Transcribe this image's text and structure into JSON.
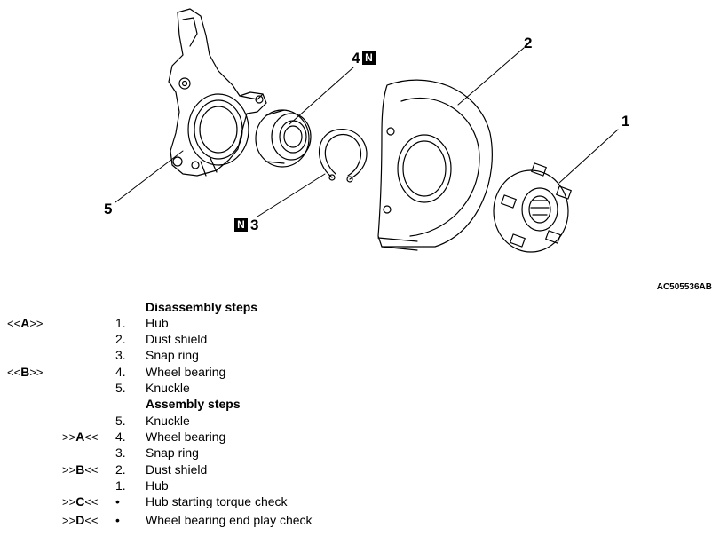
{
  "figure": {
    "code": "AC505536AB",
    "callouts": {
      "c1": "1",
      "c2": "2",
      "c3": "3",
      "c4": "4",
      "c5": "5",
      "n_symbol": "N"
    }
  },
  "disassembly": {
    "heading": "Disassembly steps",
    "steps": [
      {
        "ref_pre": "<<",
        "ref_letter": "A",
        "ref_post": ">>",
        "num": "1.",
        "label": "Hub"
      },
      {
        "ref_pre": "",
        "ref_letter": "",
        "ref_post": "",
        "num": "2.",
        "label": "Dust shield"
      },
      {
        "ref_pre": "",
        "ref_letter": "",
        "ref_post": "",
        "num": "3.",
        "label": "Snap ring"
      },
      {
        "ref_pre": "<<",
        "ref_letter": "B",
        "ref_post": ">>",
        "num": "4.",
        "label": "Wheel bearing"
      },
      {
        "ref_pre": "",
        "ref_letter": "",
        "ref_post": "",
        "num": "5.",
        "label": "Knuckle"
      }
    ]
  },
  "assembly": {
    "heading": "Assembly steps",
    "steps": [
      {
        "ref_pre": "",
        "ref_letter": "",
        "ref_post": "",
        "num": "5.",
        "label": "Knuckle"
      },
      {
        "ref_pre": ">>",
        "ref_letter": "A",
        "ref_post": "<<",
        "num": "4.",
        "label": "Wheel bearing"
      },
      {
        "ref_pre": "",
        "ref_letter": "",
        "ref_post": "",
        "num": "3.",
        "label": "Snap ring"
      },
      {
        "ref_pre": ">>",
        "ref_letter": "B",
        "ref_post": "<<",
        "num": "2.",
        "label": "Dust shield"
      },
      {
        "ref_pre": "",
        "ref_letter": "",
        "ref_post": "",
        "num": "1.",
        "label": "Hub"
      },
      {
        "ref_pre": ">>",
        "ref_letter": "C",
        "ref_post": "<<",
        "num": "•",
        "label": "Hub starting torque check"
      },
      {
        "ref_pre": ">>",
        "ref_letter": "D",
        "ref_post": "<<",
        "num": "•",
        "label": "Wheel bearing end play check"
      }
    ]
  }
}
